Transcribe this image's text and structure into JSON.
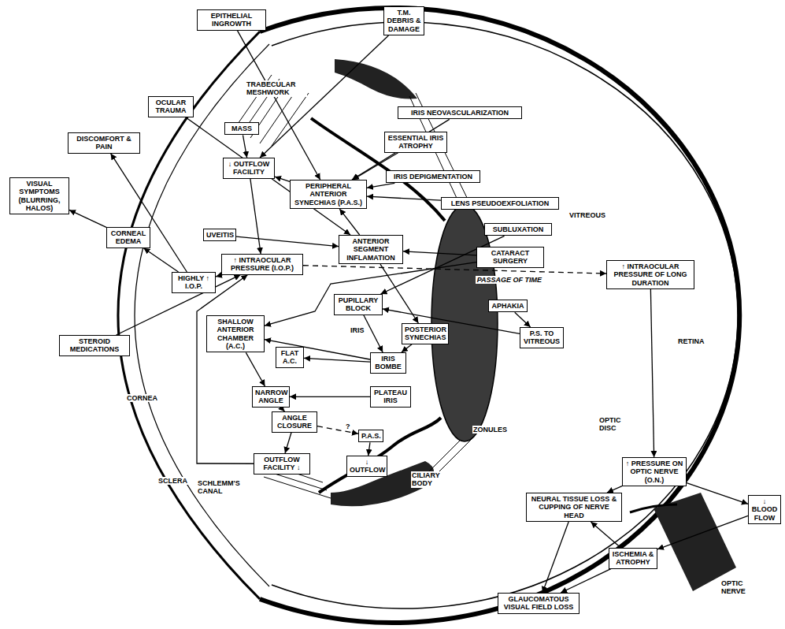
{
  "diagram": {
    "nodes": [
      {
        "text": [
          "EPITHELIAL INGROWTH"
        ]
      },
      {
        "text": [
          "T.M. DEBRIS & DAMAGE"
        ]
      },
      {
        "text": [
          "OCULAR TRAUMA"
        ]
      },
      {
        "text": [
          "DISCOMFORT & PAIN"
        ]
      },
      {
        "text": [
          "MASS"
        ]
      },
      {
        "text": [
          "IRIS NEOVASCULARIZATION"
        ]
      },
      {
        "text": [
          "ESSENTIAL IRIS ATROPHY"
        ]
      },
      {
        "text": [
          "↓ OUTFLOW FACILITY"
        ]
      },
      {
        "text": [
          "VISUAL SYMPTOMS (BLURRING, HALOS)"
        ]
      },
      {
        "text": [
          "PERIPHERAL ANTERIOR SYNECHIAS (P.A.S.)"
        ]
      },
      {
        "text": [
          "IRIS DEPIGMENTATION"
        ]
      },
      {
        "text": [
          "LENS PSEUDOEXFOLIATION"
        ]
      },
      {
        "text": [
          "CORNEAL EDEMA"
        ]
      },
      {
        "text": [
          "UVEITIS"
        ]
      },
      {
        "text": [
          "ANTERIOR SEGMENT INFLAMATION"
        ]
      },
      {
        "text": [
          "SUBLUXATION"
        ]
      },
      {
        "text": [
          "CATARACT SURGERY"
        ]
      },
      {
        "text": [
          "HIGHLY ↑ I.O.P."
        ]
      },
      {
        "text": [
          "↑ INTRAOCULAR PRESSURE (I.O.P.)"
        ]
      },
      {
        "text": [
          "↑ INTRAOCULAR PRESSURE OF LONG DURATION"
        ]
      },
      {
        "text": [
          "PUPILLARY BLOCK"
        ]
      },
      {
        "text": [
          "SHALLOW ANTERIOR CHAMBER (A.C.)"
        ]
      },
      {
        "text": [
          "STEROID MEDICATIONS"
        ]
      },
      {
        "text": [
          "POSTERIOR SYNECHIAS"
        ]
      },
      {
        "text": [
          "APHAKIA"
        ]
      },
      {
        "text": [
          "P.S. TO VITREOUS"
        ]
      },
      {
        "text": [
          "FLAT A.C."
        ]
      },
      {
        "text": [
          "IRIS BOMBE"
        ]
      },
      {
        "text": [
          "NARROW ANGLE"
        ]
      },
      {
        "text": [
          "PLATEAU IRIS"
        ]
      },
      {
        "text": [
          "ANGLE CLOSURE"
        ]
      },
      {
        "text": [
          "P.A.S."
        ]
      },
      {
        "text": [
          "OUTFLOW FACILITY ↓"
        ]
      },
      {
        "text": [
          "↓ OUTFLOW"
        ]
      },
      {
        "text": [
          "↑ PRESSURE ON OPTIC NERVE (O.N.)"
        ]
      },
      {
        "text": [
          "↓ BLOOD FLOW"
        ]
      },
      {
        "text": [
          "NEURAL TISSUE LOSS & CUPPING OF NERVE HEAD"
        ]
      },
      {
        "text": [
          "ISCHEMIA & ATROPHY"
        ]
      },
      {
        "text": [
          "GLAUCOMATOUS VISUAL FIELD LOSS"
        ]
      }
    ],
    "edges": [
      {
        "from": 0,
        "to": 9,
        "arrow": "to"
      },
      {
        "from": 1,
        "to": 7,
        "arrow": "to"
      },
      {
        "from": 2,
        "to": 14,
        "arrow": "to"
      },
      {
        "from": 4,
        "to": 7,
        "arrow": "to"
      },
      {
        "from": 5,
        "to": 9,
        "arrow": "to"
      },
      {
        "from": 6,
        "to": 9,
        "arrow": "to"
      },
      {
        "from": 10,
        "to": 9,
        "arrow": "to"
      },
      {
        "from": 11,
        "to": 9,
        "arrow": "to"
      },
      {
        "from": 9,
        "to": 7,
        "arrow": "to"
      },
      {
        "from": 7,
        "to": 18,
        "arrow": "to"
      },
      {
        "from": 13,
        "to": 14,
        "arrow": "to"
      },
      {
        "from": 14,
        "to": 9,
        "arrow": "to"
      },
      {
        "from": 14,
        "to": 23,
        "arrow": "to"
      },
      {
        "from": 16,
        "to": 14,
        "arrow": "to"
      },
      {
        "from": 15,
        "to": 20,
        "arrow": "to"
      },
      {
        "from": 17,
        "to": 3,
        "arrow": "to"
      },
      {
        "from": 17,
        "to": 12,
        "arrow": "to"
      },
      {
        "from": 12,
        "to": 8,
        "arrow": "to"
      },
      {
        "from": 18,
        "to": 17,
        "arrow": "to"
      },
      {
        "from": 18,
        "to": 19,
        "label": "PASSAGE OF TIME",
        "arrow": "to"
      },
      {
        "from": 22,
        "to": 18,
        "arrow": "to"
      },
      {
        "from": 20,
        "to": 27,
        "arrow": "to"
      },
      {
        "from": 23,
        "to": 27,
        "arrow": "to"
      },
      {
        "from": 24,
        "to": 25,
        "arrow": "to"
      },
      {
        "from": 25,
        "to": 20,
        "arrow": "to"
      },
      {
        "from": 27,
        "to": 26,
        "arrow": "to"
      },
      {
        "from": 27,
        "to": 21,
        "arrow": "to"
      },
      {
        "from": 21,
        "to": 28,
        "arrow": "to"
      },
      {
        "from": 29,
        "to": 28,
        "arrow": "to"
      },
      {
        "from": 28,
        "to": 30,
        "arrow": "to"
      },
      {
        "from": 30,
        "to": 31,
        "arrow": "to"
      },
      {
        "from": 30,
        "to": 32,
        "arrow": "to"
      },
      {
        "from": 31,
        "to": 33,
        "arrow": "to"
      },
      {
        "from": 32,
        "to": 18,
        "arrow": "to"
      },
      {
        "from": 19,
        "to": 34,
        "arrow": "to"
      },
      {
        "from": 34,
        "to": 35,
        "arrow": "to"
      },
      {
        "from": 34,
        "to": 36,
        "arrow": "to"
      },
      {
        "from": 35,
        "to": 37,
        "arrow": "to"
      },
      {
        "from": 37,
        "to": 36,
        "arrow": "to"
      },
      {
        "from": 36,
        "to": 38,
        "arrow": "to"
      },
      {
        "from": 37,
        "to": 38,
        "arrow": "to"
      },
      {
        "from": 16,
        "to": 21,
        "arrow": "to"
      }
    ],
    "labels": [
      "TRABECULAR MESHWORK",
      "VITREOUS",
      "IRIS",
      "RETINA",
      "CORNEA",
      "ZONULES",
      "OPTIC DISC",
      "SCLERA",
      "SCHLEMM'S CANAL",
      "CILIARY BODY",
      "OPTIC NERVE",
      "?"
    ]
  }
}
